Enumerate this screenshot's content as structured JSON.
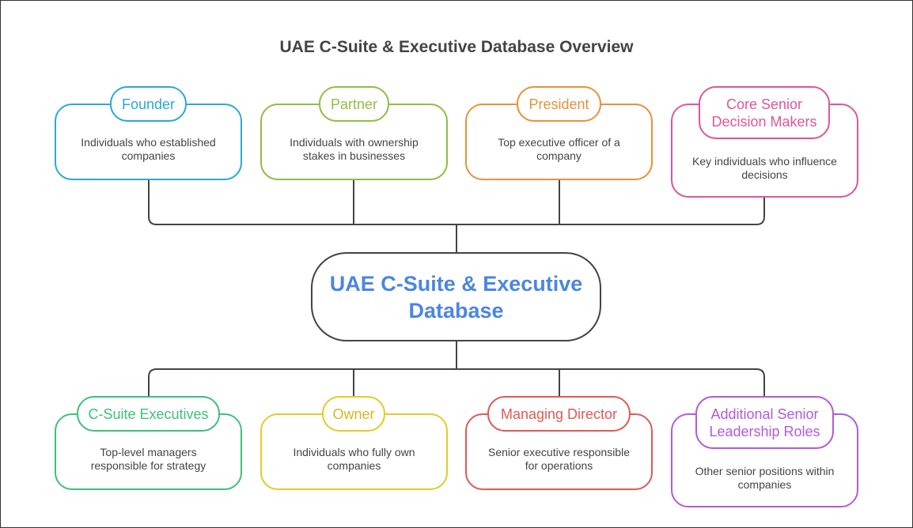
{
  "title": "UAE C-Suite & Executive Database Overview",
  "center": "UAE C-Suite & Executive Database",
  "colors": {
    "founder": "#2aa8d8",
    "partner": "#8fbf3f",
    "president": "#e8913a",
    "core": "#e0559a",
    "csuite": "#3ec07a",
    "owner": "#e2cc2a",
    "managing": "#e05a55",
    "additional": "#b359dd",
    "line": "#444444"
  },
  "top": [
    {
      "label": "Founder",
      "desc": "Individuals who established companies"
    },
    {
      "label": "Partner",
      "desc": "Individuals with ownership stakes in businesses"
    },
    {
      "label": "President",
      "desc": "Top executive officer of a company"
    },
    {
      "label": "Core Senior Decision Makers",
      "desc": "Key individuals who influence decisions"
    }
  ],
  "bottom": [
    {
      "label": "C-Suite Executives",
      "desc": "Top-level managers responsible for strategy"
    },
    {
      "label": "Owner",
      "desc": "Individuals who fully own companies"
    },
    {
      "label": "Managing Director",
      "desc": "Senior executive responsible for operations"
    },
    {
      "label": "Additional Senior Leadership Roles",
      "desc": "Other senior positions within companies"
    }
  ]
}
